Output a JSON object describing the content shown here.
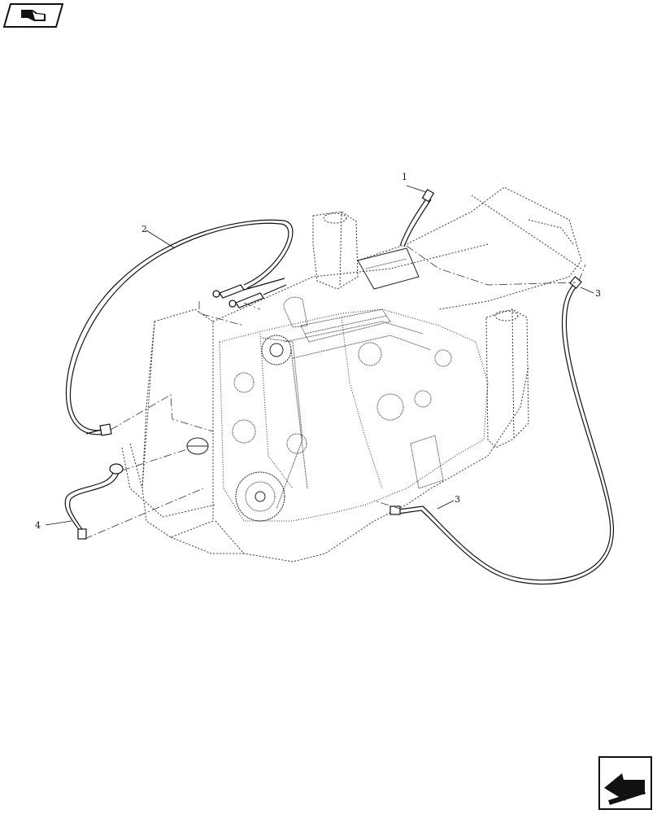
{
  "callouts": [
    {
      "id": "1",
      "label": "1"
    },
    {
      "id": "2",
      "label": "2"
    },
    {
      "id": "3a",
      "label": "3"
    },
    {
      "id": "3b",
      "label": "3"
    },
    {
      "id": "4",
      "label": "4"
    }
  ],
  "icons": {
    "top_left": "book-nav-icon",
    "bottom_right": "next-page-arrow-icon"
  },
  "colors": {
    "line": "#111111",
    "background": "#ffffff"
  }
}
